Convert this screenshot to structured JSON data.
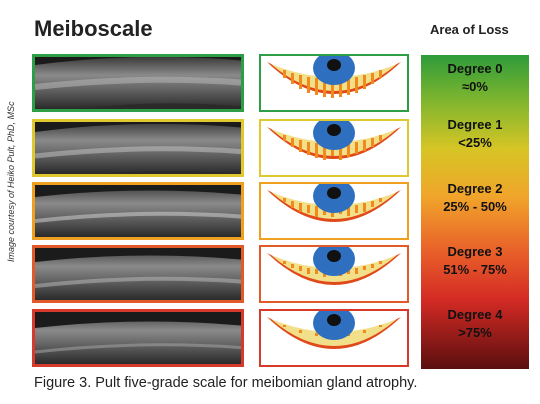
{
  "title": "Meiboscale",
  "area_of_loss_label": "Area of Loss",
  "credit": "Image courtesy of Heiko Pult, PhD, MSc",
  "caption": "Figure 3. Pult five-grade scale for meibomian gland atrophy.",
  "colors": {
    "degree0": "#2e9e46",
    "degree1": "#e0c830",
    "degree2": "#f0a020",
    "degree3": "#e05a2a",
    "degree4": "#d63a2a",
    "iris": "#2f6fc0",
    "pupil": "#111111",
    "lid": "#f2df8a",
    "gland": "#f08a1c"
  },
  "degrees": [
    {
      "name": "Degree 0",
      "loss": "≈0%",
      "gland_level": 0
    },
    {
      "name": "Degree 1",
      "loss": "<25%",
      "gland_level": 1
    },
    {
      "name": "Degree 2",
      "loss": "25% - 50%",
      "gland_level": 2
    },
    {
      "name": "Degree 3",
      "loss": "51% - 75%",
      "gland_level": 3
    },
    {
      "name": "Degree 4",
      "loss": ">75%",
      "gland_level": 4
    }
  ]
}
